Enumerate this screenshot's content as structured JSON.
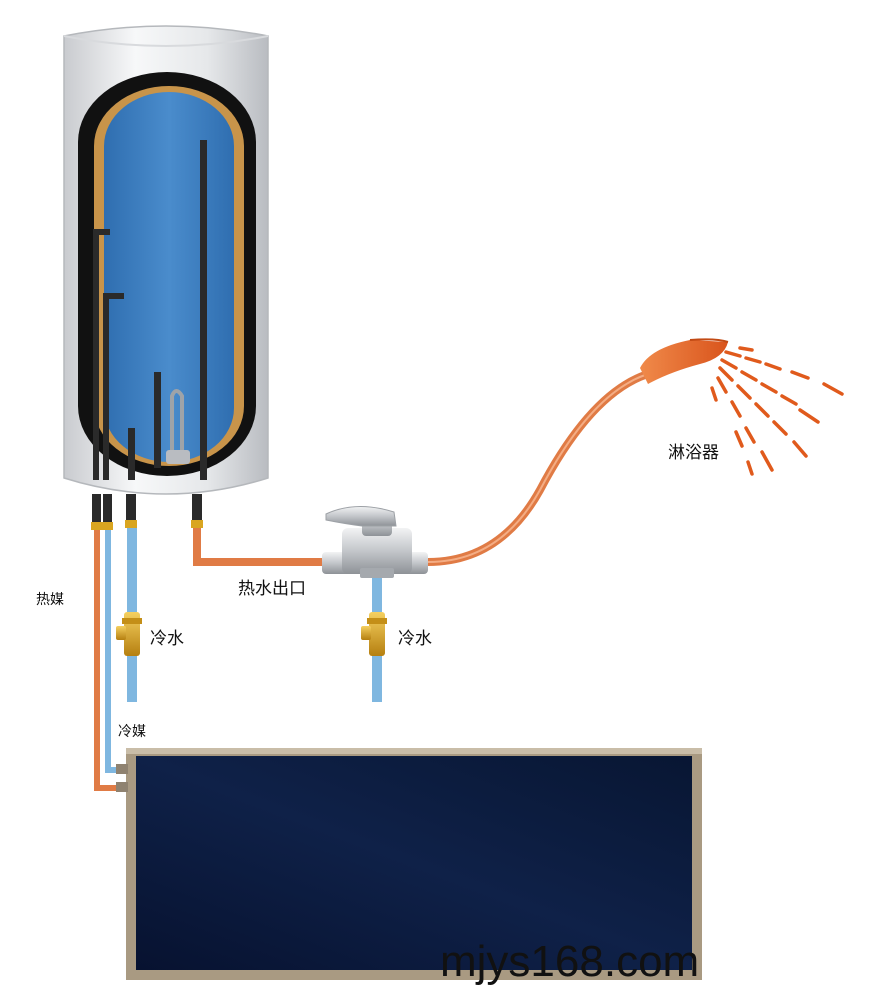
{
  "labels": {
    "heat_medium": "热媒",
    "cold_medium": "冷媒",
    "cold_water_left": "冷水",
    "cold_water_right": "冷水",
    "hot_water_outlet": "热水出口",
    "shower": "淋浴器"
  },
  "watermark": "mjys168.com",
  "colors": {
    "copper_pipe": "#e07b45",
    "blue_pipe": "#7fb7e0",
    "tank_water": "#3f7fbf",
    "tank_insulation": "#c8944a",
    "collector_panel": "#0b1a3a",
    "collector_frame": "#a99a82",
    "shower_spray": "#e05a1c",
    "brass_valve": "#d9a520"
  }
}
